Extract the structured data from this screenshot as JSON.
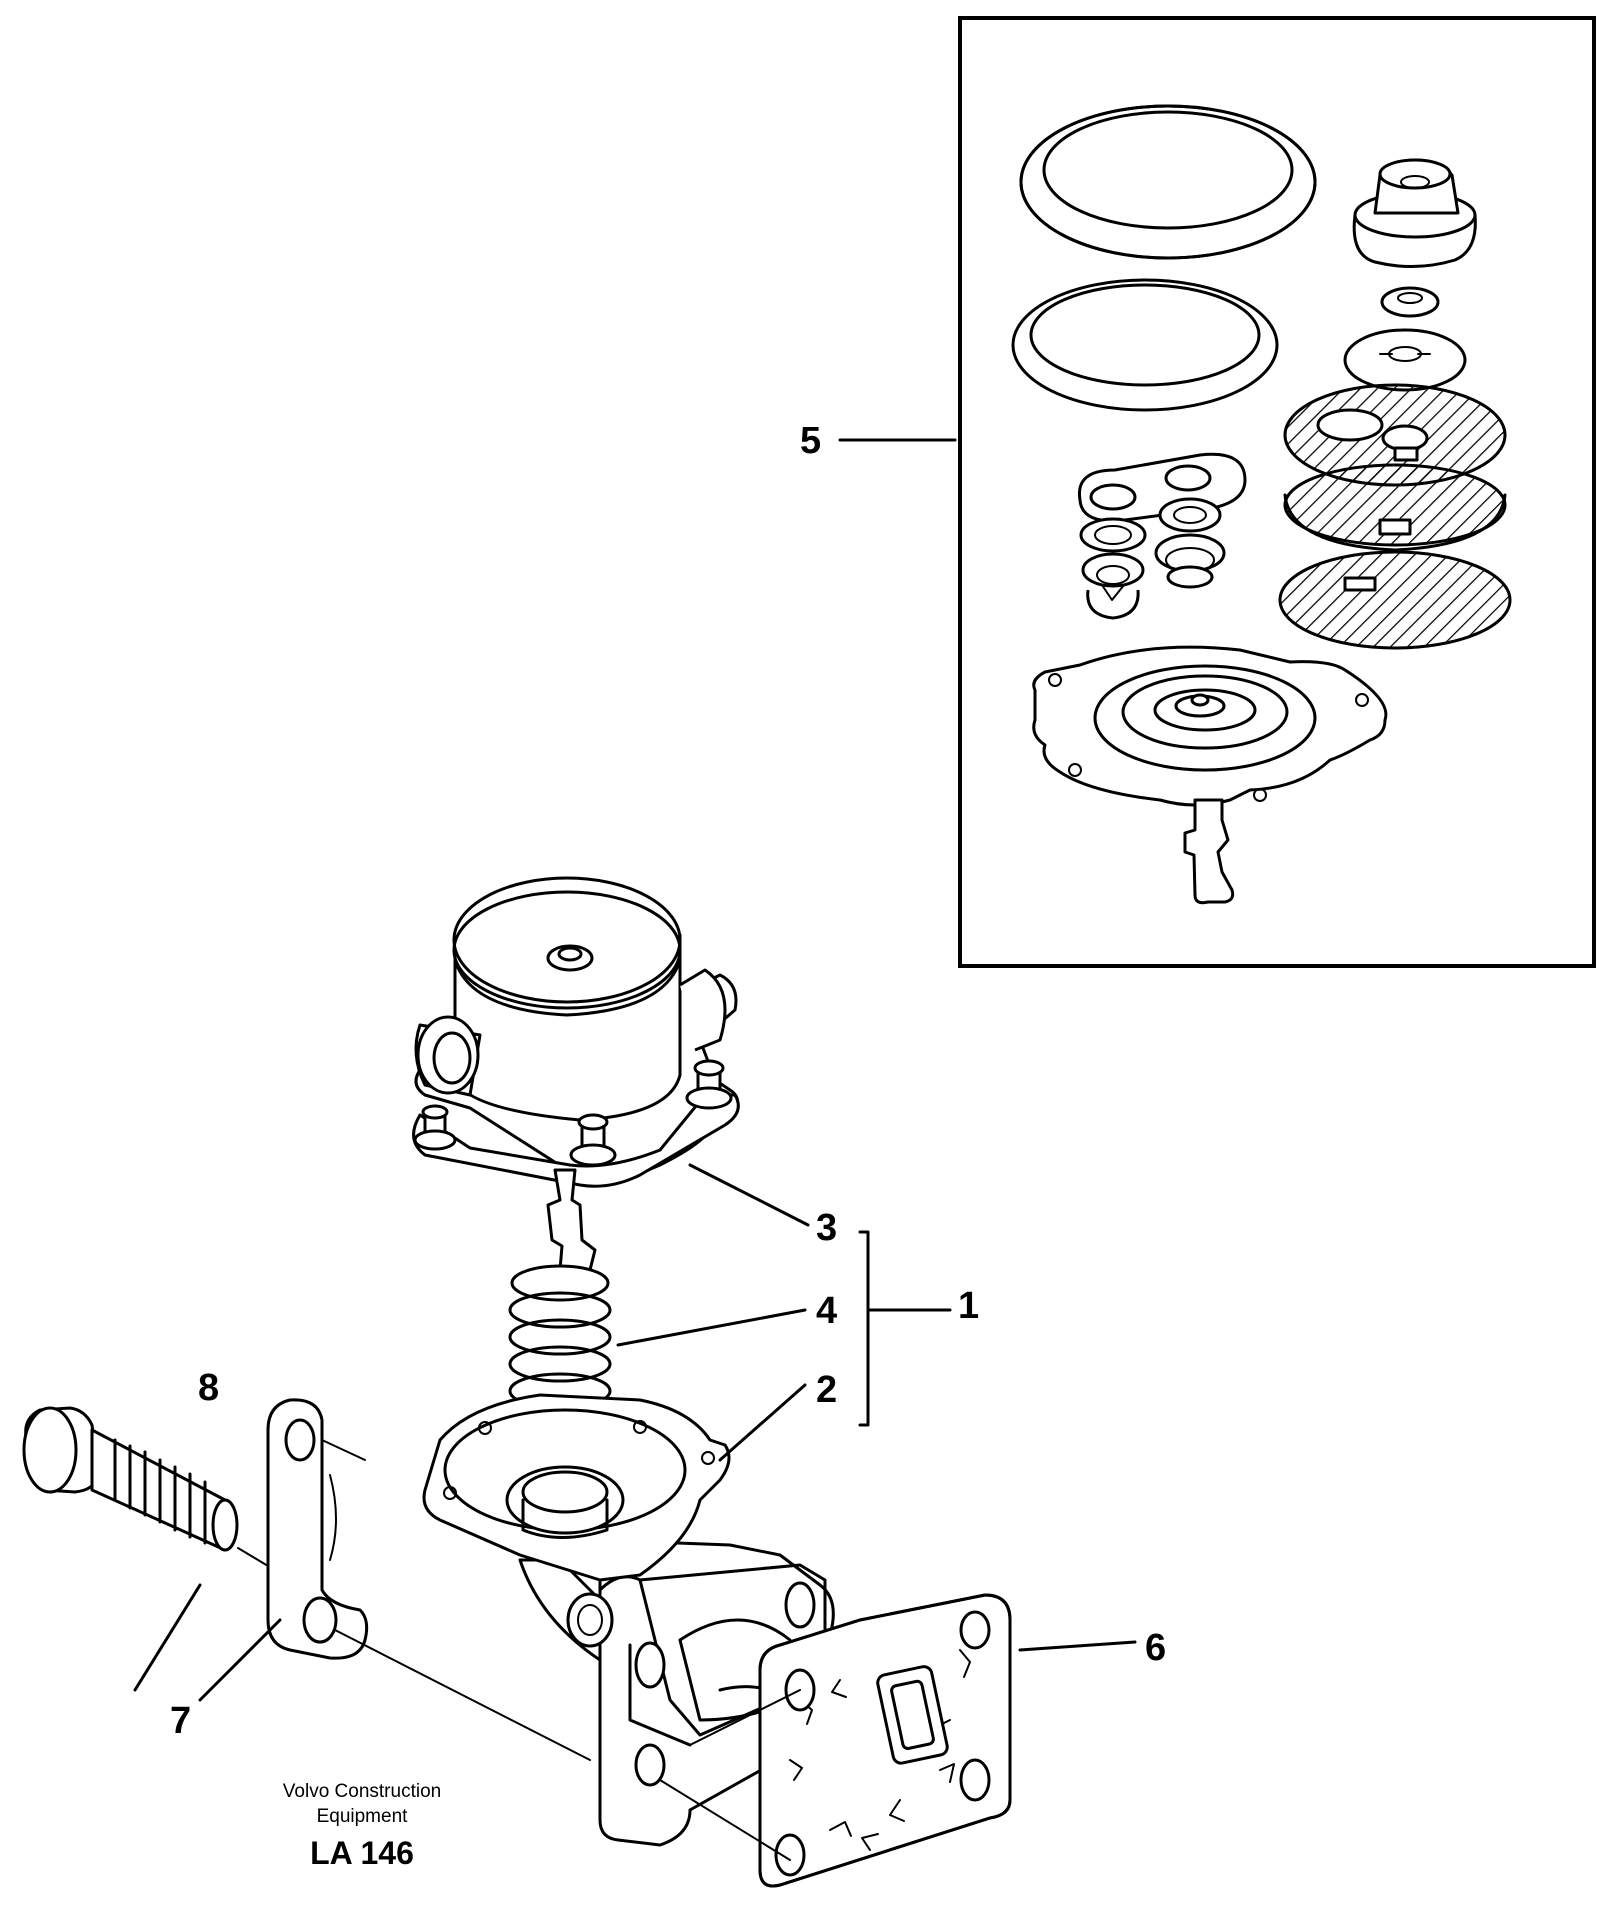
{
  "callouts": {
    "c1": "1",
    "c2": "2",
    "c3": "3",
    "c4": "4",
    "c5": "5",
    "c6": "6",
    "c7": "7",
    "c8": "8"
  },
  "stamp": {
    "line1": "Volvo Construction",
    "line2": "Equipment",
    "code": "LA 146"
  }
}
